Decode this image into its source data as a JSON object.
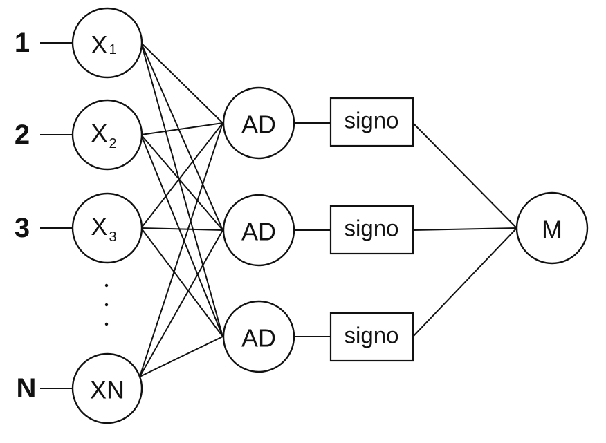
{
  "inputs": [
    {
      "index_label": "1",
      "node_main": "X",
      "node_sub": "1"
    },
    {
      "index_label": "2",
      "node_main": "X",
      "node_sub": "2"
    },
    {
      "index_label": "3",
      "node_main": "X",
      "node_sub": "3"
    },
    {
      "index_label": "N",
      "node_main": "XN",
      "node_sub": ""
    }
  ],
  "ellipsis": "· · ·",
  "hidden": [
    {
      "label": "AD",
      "box_label": "signo"
    },
    {
      "label": "AD",
      "box_label": "signo"
    },
    {
      "label": "AD",
      "box_label": "signo"
    }
  ],
  "output": {
    "label": "M"
  },
  "colors": {
    "stroke": "#111111",
    "background": "#ffffff"
  }
}
